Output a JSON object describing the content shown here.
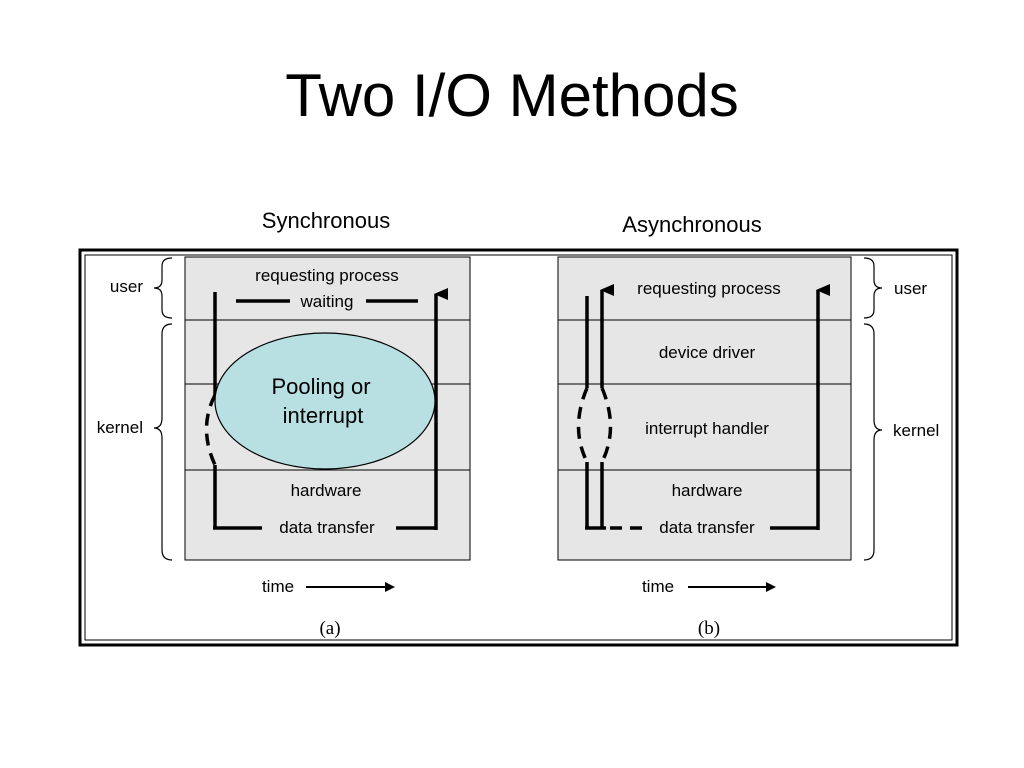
{
  "slide": {
    "title": "Two I/O Methods"
  },
  "sync": {
    "heading": "Synchronous",
    "user_label": "user",
    "kernel_label": "kernel",
    "requesting_process": "requesting process",
    "waiting": "waiting",
    "ellipse_line1": "Pooling or",
    "ellipse_line2": "interrupt",
    "hardware": "hardware",
    "data_transfer": "data transfer",
    "time": "time",
    "caption": "(a)"
  },
  "async": {
    "heading": "Asynchronous",
    "user_label": "user",
    "kernel_label": "kernel",
    "requesting_process": "requesting process",
    "device_driver": "device driver",
    "interrupt_handler": "interrupt handler",
    "hardware": "hardware",
    "data_transfer": "data transfer",
    "time": "time",
    "caption": "(b)"
  },
  "colors": {
    "panel": "#e6e6e6",
    "ellipse": "#b8e0e3",
    "line": "#000000"
  }
}
